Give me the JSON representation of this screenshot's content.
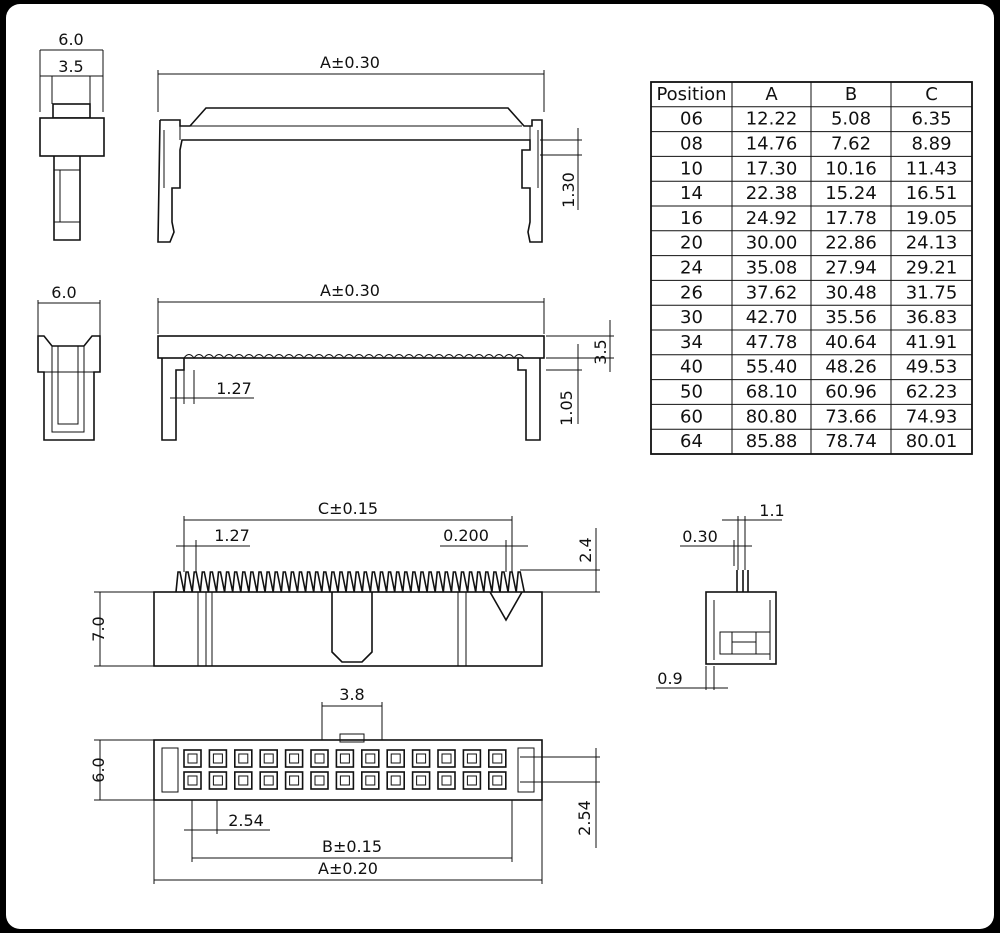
{
  "dimensions": {
    "top_side_width": "6.0",
    "top_side_inner": "3.5",
    "top_front_length": "A±0.30",
    "top_front_height": "1.30",
    "mid_side_width": "6.0",
    "mid_front_length": "A±0.30",
    "mid_pitch": "1.27",
    "mid_height_a": "3.5",
    "mid_height_b": "1.05",
    "blade_length": "C±0.15",
    "blade_pitch": "1.27",
    "blade_gap": "0.200",
    "blade_height": "2.4",
    "body_height": "7.0",
    "detail_blade": "1.1",
    "detail_thickness": "0.30",
    "detail_offset": "0.9",
    "key_width": "3.8",
    "bottom_width": "6.0",
    "bottom_pitch": "2.54",
    "bottom_row_pitch": "2.54",
    "bottom_b": "B±0.15",
    "bottom_a": "A±0.20"
  },
  "table": {
    "headers": [
      "Position",
      "A",
      "B",
      "C"
    ],
    "rows": [
      [
        "06",
        "12.22",
        "5.08",
        "6.35"
      ],
      [
        "08",
        "14.76",
        "7.62",
        "8.89"
      ],
      [
        "10",
        "17.30",
        "10.16",
        "11.43"
      ],
      [
        "14",
        "22.38",
        "15.24",
        "16.51"
      ],
      [
        "16",
        "24.92",
        "17.78",
        "19.05"
      ],
      [
        "20",
        "30.00",
        "22.86",
        "24.13"
      ],
      [
        "24",
        "35.08",
        "27.94",
        "29.21"
      ],
      [
        "26",
        "37.62",
        "30.48",
        "31.75"
      ],
      [
        "30",
        "42.70",
        "35.56",
        "36.83"
      ],
      [
        "34",
        "47.78",
        "40.64",
        "41.91"
      ],
      [
        "40",
        "55.40",
        "48.26",
        "49.53"
      ],
      [
        "50",
        "68.10",
        "60.96",
        "62.23"
      ],
      [
        "60",
        "80.80",
        "73.66",
        "74.93"
      ],
      [
        "64",
        "85.88",
        "78.74",
        "80.01"
      ]
    ]
  }
}
